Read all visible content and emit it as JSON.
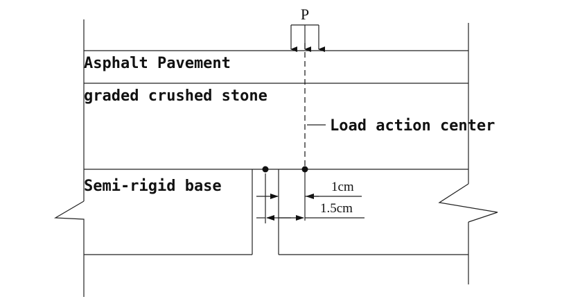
{
  "load": {
    "symbol": "P"
  },
  "layers": {
    "asphalt": "Asphalt Pavement",
    "crushed_stone": "graded crushed stone",
    "semi_rigid": "Semi-rigid base"
  },
  "annotations": {
    "load_center": "Load action center",
    "dim_small": "1cm",
    "dim_large": "1.5cm"
  }
}
